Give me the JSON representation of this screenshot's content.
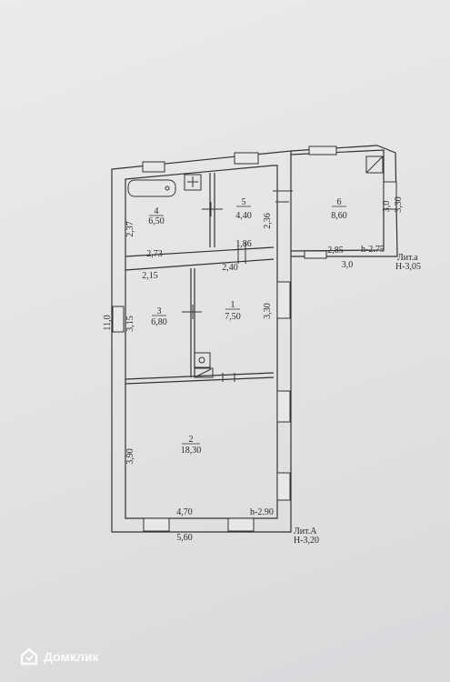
{
  "rooms": [
    {
      "num": "1",
      "area": "7,50"
    },
    {
      "num": "2",
      "area": "18,30"
    },
    {
      "num": "3",
      "area": "6,80"
    },
    {
      "num": "4",
      "area": "6,50"
    },
    {
      "num": "5",
      "area": "4,40"
    },
    {
      "num": "6",
      "area": "8,60"
    }
  ],
  "dims": {
    "d237": "2,37",
    "d273": "2,73",
    "d186": "1,86",
    "d236": "2,36",
    "d215": "2,15",
    "d240": "2,40",
    "d315": "3,15",
    "d330a": "3,30",
    "d110": "11,0",
    "d390": "3,90",
    "d470": "4,70",
    "d560": "5,60",
    "d30v": "3,0",
    "d330b": "3,30",
    "d285": "2,85",
    "d30h": "3,0"
  },
  "heights": {
    "main": "h-2.90",
    "annex": "h-2.75"
  },
  "liters": {
    "main_name": "Лит.А",
    "main_height": "Н-3,20",
    "annex_name": "Лит.а",
    "annex_height": "Н-3,05"
  },
  "watermark": {
    "text": "Домклик",
    "icon": "domclick-logo-icon"
  }
}
